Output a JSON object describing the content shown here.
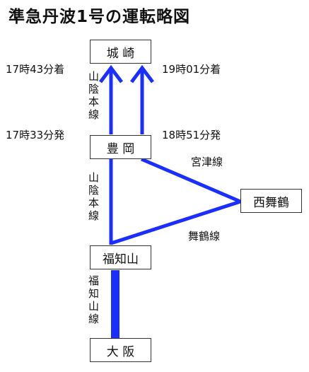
{
  "title": "準急丹波1号の運転略図",
  "stations": {
    "kinosaki": "城 崎",
    "toyooka": "豊 岡",
    "nishimaizuru": "西舞鶴",
    "fukuchiyama": "福知山",
    "osaka": "大 阪"
  },
  "times": {
    "kinosaki_arrival_left": "17時43分着",
    "kinosaki_arrival_right": "19時01分着",
    "toyooka_departure_left": "17時33分発",
    "toyooka_departure_right": "18時51分発"
  },
  "lines": {
    "sanin_upper": "山陰本線",
    "sanin_lower": "山陰本線",
    "miyazu": "宮津線",
    "maizuru": "舞鶴線",
    "fukuchiyama": "福知山線"
  },
  "colors": {
    "route": "#1a2fff"
  }
}
